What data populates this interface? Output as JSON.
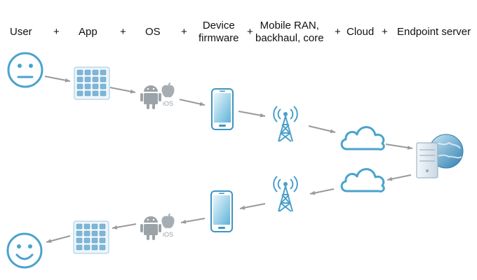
{
  "header": {
    "user": "User",
    "app": "App",
    "os": "OS",
    "device": "Device\nfirmware",
    "ran": "Mobile RAN,\nbackhaul, core",
    "cloud": "Cloud",
    "endpoint": "Endpoint server",
    "plus": "+"
  },
  "icons": {
    "os_badge": "iOS"
  },
  "colors": {
    "icon_blue": "#4aa3cc",
    "arrow_gray": "#9a9a9a"
  }
}
